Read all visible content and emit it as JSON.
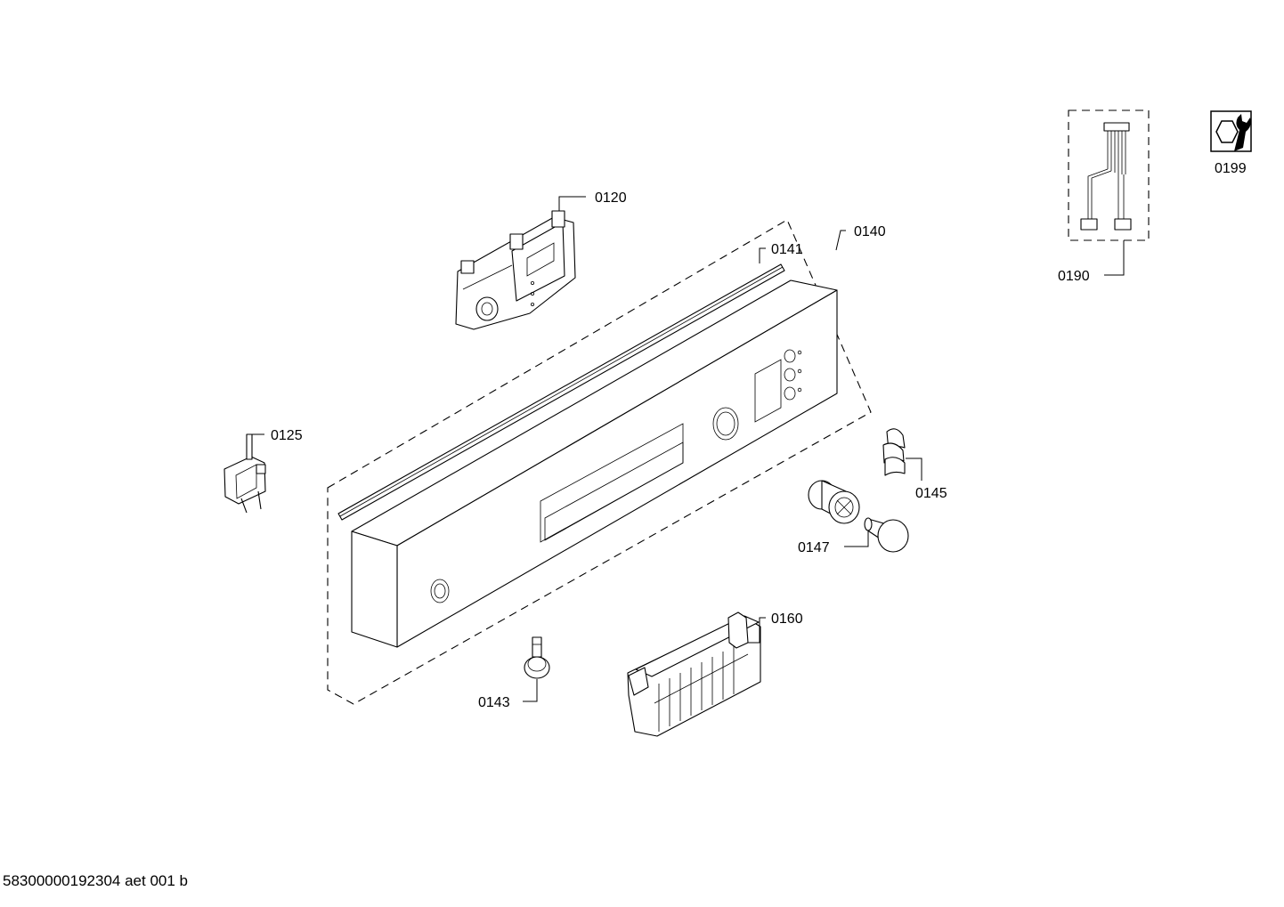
{
  "parts": [
    {
      "id": "0120",
      "name": "control-module"
    },
    {
      "id": "0125",
      "name": "door-switch"
    },
    {
      "id": "0140",
      "name": "control-panel-fascia"
    },
    {
      "id": "0141",
      "name": "fascia-trim-strip"
    },
    {
      "id": "0143",
      "name": "button"
    },
    {
      "id": "0145",
      "name": "push-buttons"
    },
    {
      "id": "0147",
      "name": "knob-and-cap"
    },
    {
      "id": "0160",
      "name": "door-handle-bracket"
    },
    {
      "id": "0190",
      "name": "wiring-harness"
    },
    {
      "id": "0199",
      "name": "service-tool-icon"
    }
  ],
  "footer": "58300000192304 aet 001 b"
}
